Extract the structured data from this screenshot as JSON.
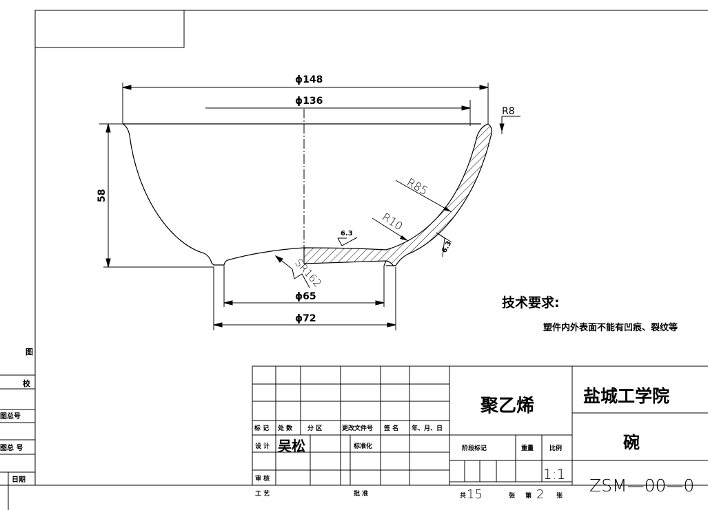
{
  "dimensions": {
    "d148": "ϕ148",
    "d136": "ϕ136",
    "r8": "R8",
    "h58": "58",
    "r85": "R85",
    "r10": "R10",
    "rough_inner": "6.3",
    "rough_outer": "6.3",
    "sr162": "SR162",
    "d65": "ϕ65",
    "d72": "ϕ72"
  },
  "tech": {
    "title": "技术要求:",
    "note": "塑件内外表面不能有凹痕、裂纹等"
  },
  "left_strip": {
    "tu": "图",
    "jiao": "校",
    "tu_zong_hao": "图总号",
    "di_tu_zong_hao": "图总 号",
    "ri_qi": "日期"
  },
  "title_block": {
    "header": [
      "标 记",
      "处 数",
      "分 区",
      "更改文件号",
      "签 名",
      "年、月、日"
    ],
    "design_label": "设 计",
    "designer": "吴松",
    "standard_label": "标准化",
    "review_label": "审 核",
    "process_label": "工 艺",
    "approve_label": "批 准",
    "material": "聚乙烯",
    "stage_label": "阶段标记",
    "weight_label": "重量",
    "scale_label": "比例",
    "scale": "1:1",
    "total_prefix": "共",
    "total_sheets": "15",
    "sheet_label_a": "张",
    "sheet_label_b": "第",
    "sheet_no": "2",
    "sheet_label_c": "张",
    "school": "盐城工学院",
    "part_name": "碗",
    "drawing_no": "ZSM—00—0"
  }
}
